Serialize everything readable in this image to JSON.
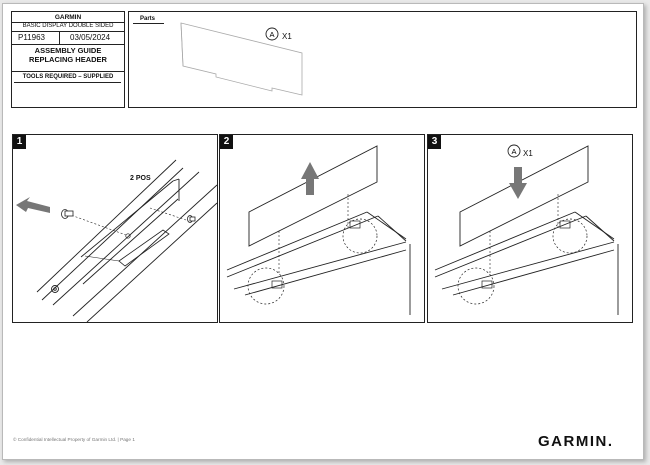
{
  "title_block": {
    "brand": "GARMIN",
    "product": "BASIC DISPLAY DOUBLE SIDED",
    "part_number": "P11963",
    "date": "03/05/2024",
    "guide_title": "ASSEMBLY GUIDE",
    "guide_subtitle": "REPLACING HEADER"
  },
  "tools": {
    "label": "TOOLS REQUIRED – SUPPLIED"
  },
  "parts": {
    "label": "Parts",
    "items": [
      {
        "callout": "A",
        "quantity": "X1"
      }
    ]
  },
  "steps": [
    {
      "number": "1",
      "note": "2 POS"
    },
    {
      "number": "2"
    },
    {
      "number": "3",
      "callout": "A",
      "quantity": "X1"
    }
  ],
  "footer": {
    "text": "© Confidential Intellectual Property of Garmin Ltd. | Page 1"
  },
  "logo": {
    "text": "GARMIN."
  }
}
